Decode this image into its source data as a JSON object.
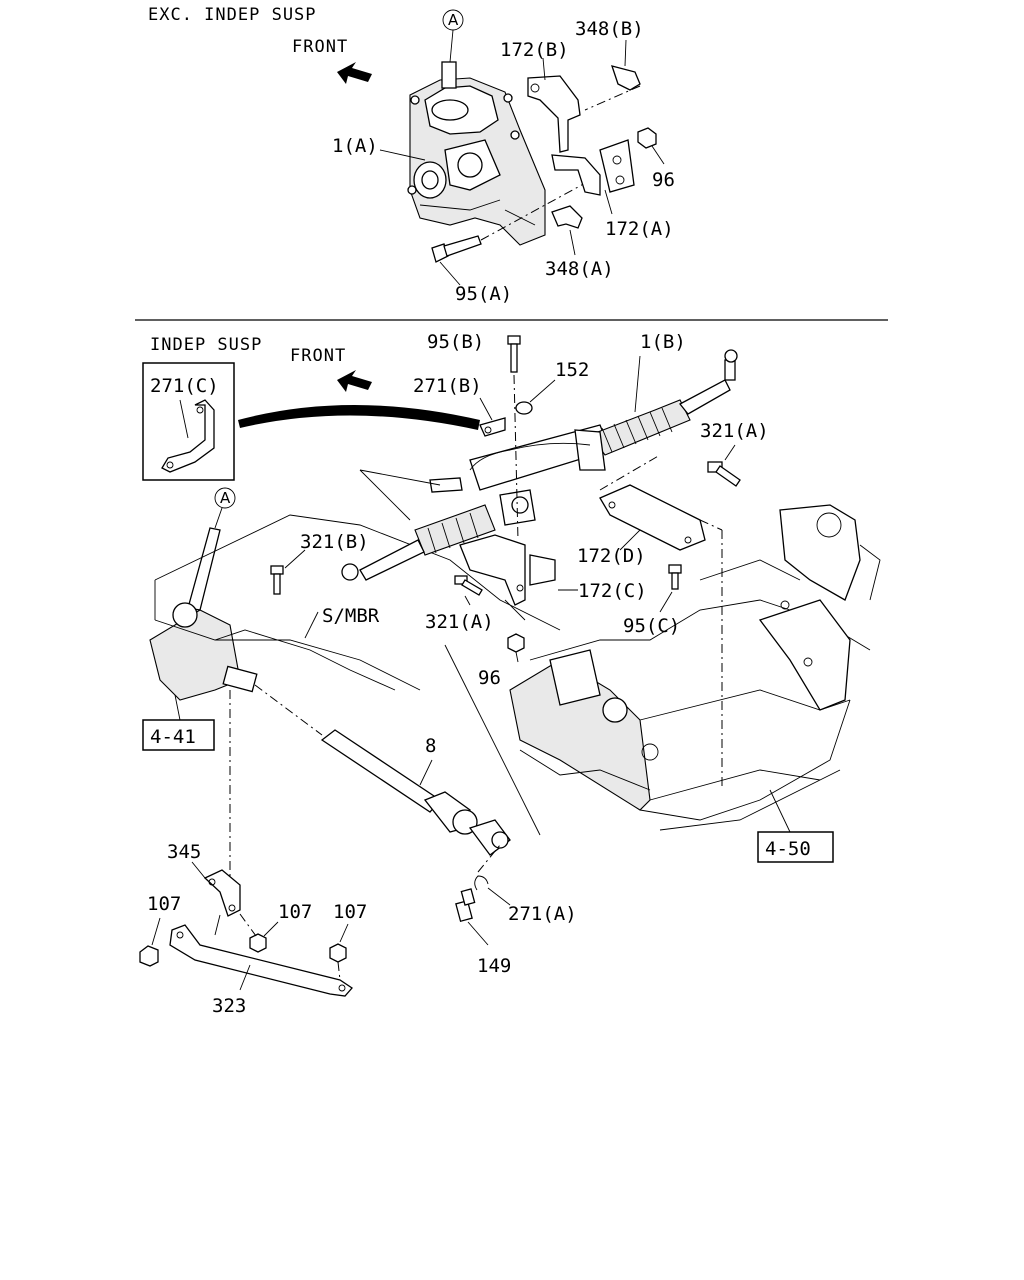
{
  "sections": {
    "top_title": "EXC. INDEP SUSP",
    "bottom_title": "INDEP SUSP",
    "front_top": "FRONT",
    "front_bottom": "FRONT",
    "submember_label": "S/MBR"
  },
  "circle_refs": {
    "top_A": "A",
    "bottom_A": "A"
  },
  "boxed_refs": {
    "ref_441": "4-41",
    "ref_450": "4-50"
  },
  "parts": {
    "p_1A": "1(A)",
    "p_172B": "172(B)",
    "p_348B": "348(B)",
    "p_96_top": "96",
    "p_172A": "172(A)",
    "p_348A": "348(A)",
    "p_95A": "95(A)",
    "p_95B": "95(B)",
    "p_1B": "1(B)",
    "p_152": "152",
    "p_271B": "271(B)",
    "p_271C": "271(C)",
    "p_321A_right": "321(A)",
    "p_321B": "321(B)",
    "p_172D": "172(D)",
    "p_172C": "172(C)",
    "p_321A_left": "321(A)",
    "p_95C": "95(C)",
    "p_96_bottom": "96",
    "p_8": "8",
    "p_345": "345",
    "p_107_left": "107",
    "p_107_mid": "107",
    "p_107_right": "107",
    "p_271A": "271(A)",
    "p_149": "149",
    "p_323": "323"
  }
}
